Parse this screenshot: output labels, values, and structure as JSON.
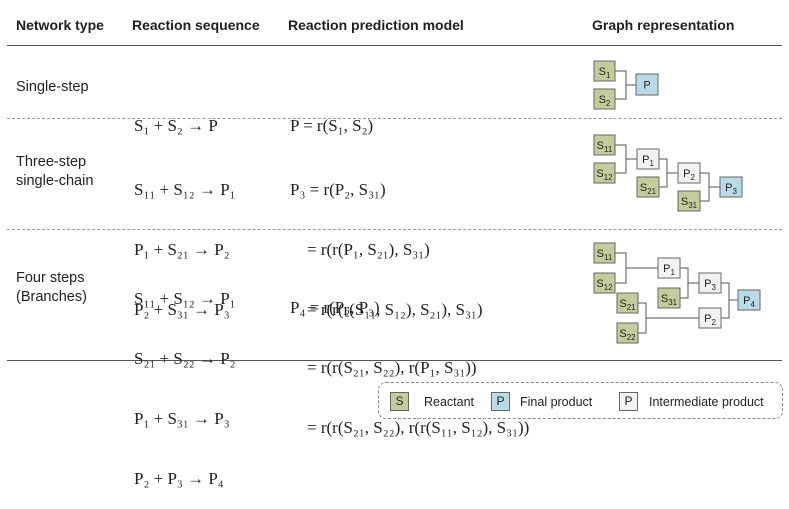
{
  "headers": {
    "network_type": "Network type",
    "reaction_sequence": "Reaction sequence",
    "prediction_model": "Reaction prediction model",
    "graph_representation": "Graph representation"
  },
  "rows": [
    {
      "network_type": [
        "Single-step"
      ],
      "sequence": [
        "S₁ + S₂ → P"
      ],
      "model": [
        "P = r(S₁, S₂)"
      ]
    },
    {
      "network_type": [
        "Three-step",
        "single-chain"
      ],
      "sequence": [
        "S₁₁ + S₁₂ → P₁",
        "P₁ + S₂₁ → P₂",
        "P₂ + S₃₁ → P₃"
      ],
      "model": [
        "P₃ = r(P₂, S₃₁)",
        "    = r(r(P₁, S₂₁), S₃₁)",
        "    = r(r(r(S₁₁, S₁₂), S₂₁), S₃₁)"
      ]
    },
    {
      "network_type": [
        "Four steps",
        "(Branches)"
      ],
      "sequence": [
        "S₁₁ + S₁₂ → P₁",
        "S₂₁ + S₂₂ → P₂",
        "P₁ + S₃₁ → P₃",
        "P₂ + P₃ → P₄"
      ],
      "model": [
        "P₄ = r(P₂, P₃)",
        "    = r(r(S₂₁, S₂₂), r(P₁, S₃₁))",
        "    = r(r(S₂₁, S₂₂), r(r(S₁₁, S₁₂), S₃₁))"
      ]
    }
  ],
  "graphs": {
    "single": {
      "reactants": [
        {
          "main": "S",
          "sub": "1"
        },
        {
          "main": "S",
          "sub": "2"
        }
      ],
      "final": {
        "main": "P",
        "sub": ""
      }
    },
    "chain": {
      "reactants": [
        {
          "main": "S",
          "sub": "11"
        },
        {
          "main": "S",
          "sub": "12"
        },
        {
          "main": "S",
          "sub": "21"
        },
        {
          "main": "S",
          "sub": "31"
        }
      ],
      "intermediates": [
        {
          "main": "P",
          "sub": "1"
        },
        {
          "main": "P",
          "sub": "2"
        }
      ],
      "final": {
        "main": "P",
        "sub": "3"
      }
    },
    "branch": {
      "reactants": [
        {
          "main": "S",
          "sub": "11"
        },
        {
          "main": "S",
          "sub": "12"
        },
        {
          "main": "S",
          "sub": "31"
        },
        {
          "main": "S",
          "sub": "21"
        },
        {
          "main": "S",
          "sub": "22"
        }
      ],
      "intermediates": [
        {
          "main": "P",
          "sub": "1"
        },
        {
          "main": "P",
          "sub": "3"
        },
        {
          "main": "P",
          "sub": "2"
        }
      ],
      "final": {
        "main": "P",
        "sub": "4"
      }
    }
  },
  "legend": {
    "reactant_symbol": "S",
    "reactant_label": "Reactant",
    "final_symbol": "P",
    "final_label": "Final product",
    "intermediate_symbol": "P",
    "intermediate_label": "Intermediate product"
  },
  "colors": {
    "reactant": "#c5cc9b",
    "final": "#b9dbe7",
    "intermediate": "#f2f2f2",
    "border": "#666666"
  }
}
